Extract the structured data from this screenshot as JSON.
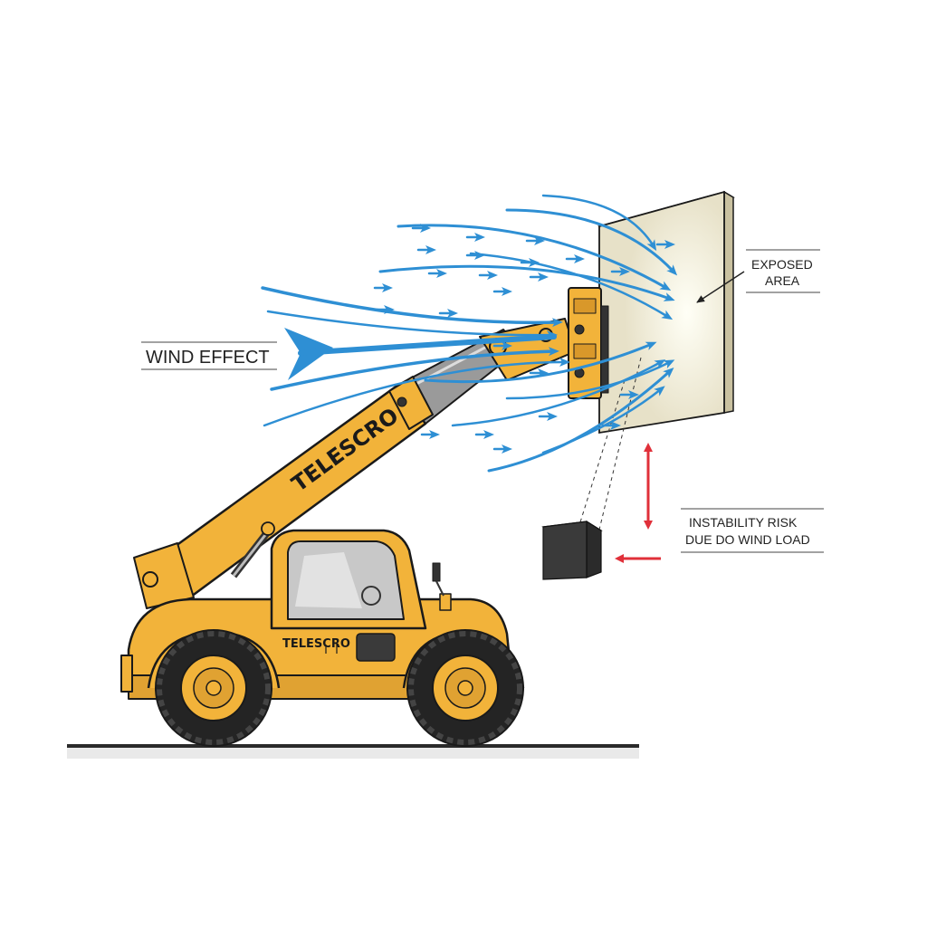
{
  "labels": {
    "wind_effect": "WIND EFFECT",
    "exposed_area_line1": "EXPOSED",
    "exposed_area_line2": "AREA",
    "instability_line1": "INSTABILITY RISK",
    "instability_line2": "DUE DO WIND LOAD"
  },
  "machine": {
    "boom_brand": "TELESCRO",
    "body_brand": "TELESCRO"
  },
  "colors": {
    "machine_yellow": "#F2B33A",
    "wind_blue": "#2E8FD4",
    "risk_red": "#E0303A",
    "panel": "#ECE7D2",
    "outline": "#1a1a1a"
  }
}
